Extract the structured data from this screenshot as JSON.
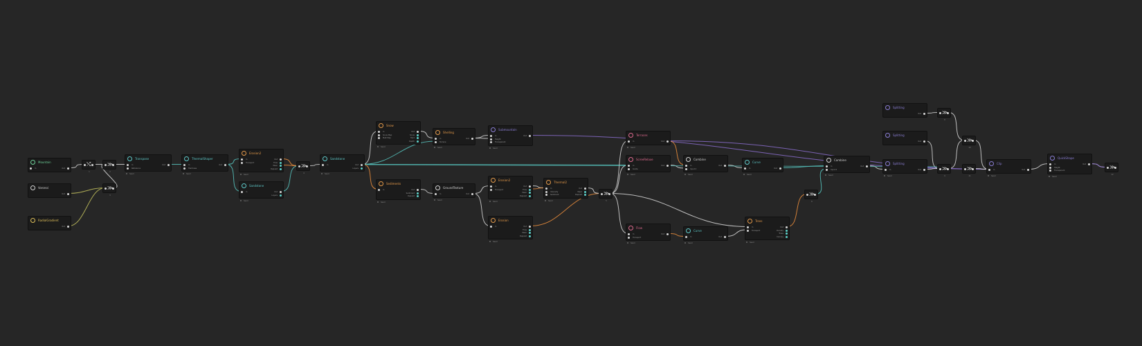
{
  "graph": {
    "background": "#262626",
    "node_background": "#1b1b1b",
    "wire_colors": {
      "height": "#d9d9d9",
      "mask": "#ef8f3c",
      "noise": "#c7c45f",
      "cyan": "#57c7c1",
      "purple": "#8c6fd0"
    },
    "nodes": [
      {
        "id": "mountain",
        "title": "Mountain",
        "icon": "mountain-icon",
        "color": "#6fd49a",
        "inputs": [
          "In"
        ],
        "outputs": [
          "Out"
        ],
        "seed": ""
      },
      {
        "id": "voronoi",
        "title": "Voronoi",
        "icon": "voronoi-icon",
        "color": "#d6d6d6",
        "inputs": [],
        "outputs": [
          "Out"
        ],
        "seed": ""
      },
      {
        "id": "radial-gradient",
        "title": "RadialGradient",
        "icon": "gradient-icon",
        "color": "#e0c05a",
        "inputs": [],
        "outputs": [
          "Out"
        ],
        "seed": ""
      },
      {
        "id": "transpose",
        "title": "Transpose",
        "icon": "transpose-icon",
        "color": "#5ec9c9",
        "inputs": [
          "In",
          "Reference"
        ],
        "outputs": [
          "Out"
        ],
        "seed": "Seed"
      },
      {
        "id": "thermal-shaper",
        "title": "ThermalShaper",
        "icon": "thermal-icon",
        "color": "#5ec9c9",
        "inputs": [
          "In",
          "Hardness"
        ],
        "outputs": [
          "Out"
        ],
        "seed": "Seed"
      },
      {
        "id": "erosion2-a",
        "title": "Erosion2",
        "icon": "erosion-icon",
        "color": "#e59a4a",
        "inputs": [
          "In",
          "Transport"
        ],
        "outputs": [
          "Out",
          "Flow",
          "Wear",
          "Deposit"
        ],
        "seed": "Seed"
      },
      {
        "id": "sandstone-a",
        "title": "Sandstone",
        "icon": "sandstone-icon",
        "color": "#5ec9c9",
        "inputs": [
          "In"
        ],
        "outputs": [
          "Out",
          "Layers"
        ],
        "seed": "Seed"
      },
      {
        "id": "sandstone-b",
        "title": "Sandstone",
        "icon": "sandstone-icon",
        "color": "#5ec9c9",
        "inputs": [
          "In"
        ],
        "outputs": [
          "Out",
          "Layers"
        ],
        "seed": "Seed"
      },
      {
        "id": "snow",
        "title": "Snow",
        "icon": "snow-icon",
        "color": "#e59a4a",
        "inputs": [
          "In",
          "Snow Map",
          "Melt Map"
        ],
        "outputs": [
          "Out",
          "Snow",
          "Hard",
          "Depth"
        ],
        "seed": "Seed"
      },
      {
        "id": "shelling",
        "title": "Shelling",
        "icon": "shelling-icon",
        "color": "#e59a4a",
        "inputs": [
          "In",
          "Terrace"
        ],
        "outputs": [
          "Out"
        ],
        "seed": "Seed"
      },
      {
        "id": "submountain",
        "title": "Submountain",
        "icon": "submountain-icon",
        "color": "#8c7fd6",
        "inputs": [
          "In",
          "Height",
          "Transparent"
        ],
        "outputs": [
          "Out"
        ],
        "seed": "Seed"
      },
      {
        "id": "sediments",
        "title": "Sediments",
        "icon": "sediments-icon",
        "color": "#e59a4a",
        "inputs": [
          "In"
        ],
        "outputs": [
          "Out",
          "Sediment",
          "Deposit"
        ],
        "seed": "Seed"
      },
      {
        "id": "ground-texture",
        "title": "GroundTexture",
        "icon": "texture-icon",
        "color": "#d6d6d6",
        "inputs": [
          "In"
        ],
        "outputs": [
          "Out"
        ],
        "seed": "Seed"
      },
      {
        "id": "erosion2-b",
        "title": "Erosion2",
        "icon": "erosion-icon",
        "color": "#e59a4a",
        "inputs": [
          "In",
          "Transport"
        ],
        "outputs": [
          "Out",
          "Flow",
          "Wear",
          "Deposit"
        ],
        "seed": "Seed"
      },
      {
        "id": "erosion",
        "title": "Erosion",
        "icon": "erosion-icon",
        "color": "#e59a4a",
        "inputs": [
          "In"
        ],
        "outputs": [
          "Out",
          "Flow",
          "Wear",
          "Deposit"
        ],
        "seed": "Seed"
      },
      {
        "id": "thermal2",
        "title": "Thermal2",
        "icon": "thermal-icon",
        "color": "#e59a4a",
        "inputs": [
          "In",
          "Intensity",
          "Sediment"
        ],
        "outputs": [
          "Out",
          "Wear",
          "Deposit"
        ],
        "seed": "Seed"
      },
      {
        "id": "terraces",
        "title": "Terraces",
        "icon": "terraces-icon",
        "color": "#e06b8f",
        "inputs": [
          "In"
        ],
        "outputs": [
          "Out"
        ],
        "seed": "Seed"
      },
      {
        "id": "scree-relaxe",
        "title": "ScreeRelaxe",
        "icon": "scree-icon",
        "color": "#e06b8f",
        "inputs": [
          "In",
          "Guide"
        ],
        "outputs": [
          "Out"
        ],
        "seed": "Seed"
      },
      {
        "id": "combine-a",
        "title": "Combine",
        "icon": "combine-icon",
        "color": "#d6d6d6",
        "inputs": [
          "In",
          "Input 2"
        ],
        "outputs": [
          "Out"
        ],
        "seed": "Seed"
      },
      {
        "id": "curve-a",
        "title": "Curve",
        "icon": "curve-icon",
        "color": "#5ec9c9",
        "inputs": [
          "In"
        ],
        "outputs": [
          "Out"
        ],
        "seed": "Seed"
      },
      {
        "id": "flow",
        "title": "Flow",
        "icon": "flow-icon",
        "color": "#e06b8f",
        "inputs": [
          "In",
          "Transport"
        ],
        "outputs": [
          "Out"
        ],
        "seed": "Seed"
      },
      {
        "id": "curve-b",
        "title": "Curve",
        "icon": "curve-icon",
        "color": "#5ec9c9",
        "inputs": [
          "In"
        ],
        "outputs": [
          "Out"
        ],
        "seed": "Seed"
      },
      {
        "id": "trees",
        "title": "Trees",
        "icon": "trees-icon",
        "color": "#e59a4a",
        "inputs": [
          "In",
          "Transport"
        ],
        "outputs": [
          "Out",
          "Density",
          "Trees",
          "Canopy"
        ],
        "seed": "Seed"
      },
      {
        "id": "combine-b",
        "title": "Combine",
        "icon": "combine-icon",
        "color": "#d6d6d6",
        "inputs": [
          "In",
          "Input 2"
        ],
        "outputs": [
          "Out"
        ],
        "seed": "Seed"
      },
      {
        "id": "splitting-a",
        "title": "Splitting",
        "icon": "split-icon",
        "color": "#8c7fd6",
        "inputs": [],
        "outputs": [
          "Out"
        ],
        "seed": ""
      },
      {
        "id": "splitting-b",
        "title": "Splitting",
        "icon": "split-icon",
        "color": "#8c7fd6",
        "inputs": [],
        "outputs": [
          "Out"
        ],
        "seed": ""
      },
      {
        "id": "splitting-c",
        "title": "Splitting",
        "icon": "split-icon",
        "color": "#8c7fd6",
        "inputs": [
          "In"
        ],
        "outputs": [
          "Out"
        ],
        "seed": "Seed"
      },
      {
        "id": "clip",
        "title": "Clip",
        "icon": "clip-icon",
        "color": "#8c7fd6",
        "inputs": [
          "In"
        ],
        "outputs": [
          "Out"
        ],
        "seed": "Seed"
      },
      {
        "id": "quick-shape",
        "title": "QuickShape",
        "icon": "shape-icon",
        "color": "#8c7fd6",
        "inputs": [
          "In",
          "Height",
          "Transparent"
        ],
        "outputs": [
          "Out"
        ],
        "seed": "Seed"
      }
    ],
    "minis": [
      {
        "id": "m1",
        "label": "1",
        "glyph": "⤭"
      },
      {
        "id": "m2",
        "label": "2",
        "glyph": "≫"
      },
      {
        "id": "m3",
        "label": "3",
        "glyph": "≫"
      },
      {
        "id": "m4",
        "label": "4",
        "glyph": "≫"
      },
      {
        "id": "m5",
        "label": "5",
        "glyph": "≫"
      },
      {
        "id": "m6",
        "label": "6",
        "glyph": "≫"
      },
      {
        "id": "m7",
        "label": "7",
        "glyph": "◯"
      },
      {
        "id": "m8",
        "label": "8",
        "glyph": "≫"
      },
      {
        "id": "m9",
        "label": "9",
        "glyph": "≫"
      },
      {
        "id": "m10",
        "label": "10",
        "glyph": "≫"
      },
      {
        "id": "m11",
        "label": "11",
        "glyph": "≫"
      },
      {
        "id": "m12",
        "label": "12",
        "glyph": "≫"
      }
    ]
  }
}
